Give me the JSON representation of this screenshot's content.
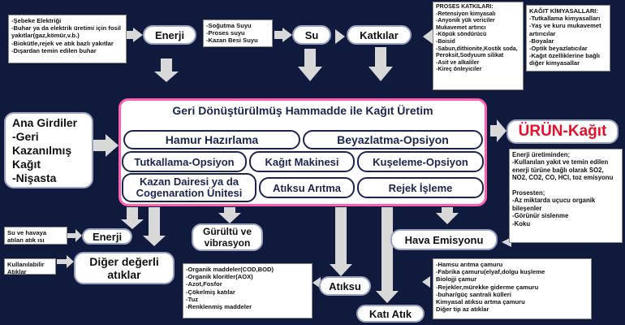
{
  "notes": {
    "energy_sources": "-Şebeke Elektriği\n-Buhar ya da elektrik üretimi için fosil yakıtlar(gaz,kömür,v.b.)\n-Biokütle,rejek ve atık bazlı yakıtlar\n-Dışardan temin edilen buhar",
    "water_uses": "-Soğutma Suyu\n-Proses suyu\n-Kazan Besi Suyu",
    "process_additives": "PROSES KATKILARI:\n-Retensiyon kimyasalı\n-Anyonik yük vericiler\nMukavemet artırıcı\n-Köpük söndürücü\n-Boisid\n-Sabun,dithionite,Kostik soda, Peroksit,Sodyuum silikat\n-Asit ve alkaliler\n-Kireç önleyiciler",
    "paper_chemicals": "KAĞIT KİMYASALLARI:\n-Tutkallama kimyasalları\n-Yaş ve kuru mukavemet artırıcılar\n-Boyalar\n-Optik beyazlatıcılar\n-Kağıt özelliklerine bağlı diğer kimyasallar",
    "air_emissions_detail": "Enerji üretiminden;\n-Kullanılan yakıt ve temin edilen enerji türüne bağlı olarak SO2, NO2, CO2, CO, HCl, toz emisyonu\n\nProsesten;\n-Az miktarda uçucu organik bileşenler\n-Görünür sislenme\n-Koku",
    "waste_heat": "Su ve havaya atılan atık ısı",
    "usable_waste": "Kullanılabilir Atıklar",
    "wastewater_detail": "-Organik maddeler(COD,BOD)\n-Organik kloritler(AOX)\n-Azot,Fosfor\n-Çökelmiş katılar\n-Tuz\n-Renklenmiş maddeler",
    "solid_waste_detail": "-Hamsu arıtma çamuru\n-Fabrika çamuru(elyaf,dolgu kuşleme\nBiolojji çamur\n-Rejekler,mürekke giderme çamuru\n-buhar/güç santrali külleri\nKimyasal atıksu artma çamuru\nDiğer tip az atıklar"
  },
  "labels": {
    "energy_in": "Enerji",
    "water_in": "Su",
    "additives_in": "Katkılar",
    "main_inputs": "Ana Girdiler\n-Geri Kazanılmış Kağıt\n-Nişasta",
    "product": "ÜRÜN-Kağıt",
    "energy_out": "Enerji",
    "other_valuables": "Diğer değerli atıklar",
    "noise": "Gürültü ve vibrasyon",
    "air_emission": "Hava Emisyonu",
    "wastewater": "Atıksu",
    "solid_waste": "Katı Atık"
  },
  "process": {
    "title": "Geri Dönüştürülmüş Hammadde ile Kağıt Üretim",
    "steps": {
      "pulping": "Hamur Hazırlama",
      "bleaching": "Beyazlatma-Opsiyon",
      "sizing": "Tutkallama-Opsiyon",
      "paper_machine": "Kağıt Makinesi",
      "coating": "Kuşeleme-Opsiyon",
      "boiler": "Kazan Dairesi ya da Cogenaration Ünitesi",
      "wastewater_treatment": "Atıksu Arıtma",
      "reject_processing": "Rejek İşleme"
    }
  },
  "colors": {
    "background": "#101a3d",
    "frame": "#ff5fb0",
    "product": "#e8102a",
    "arrow": "#d8d8d8"
  }
}
